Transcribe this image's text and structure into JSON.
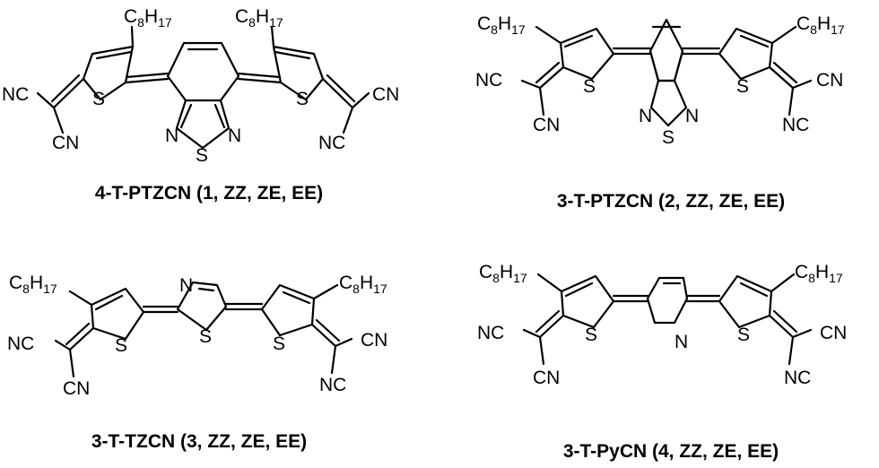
{
  "atoms": {
    "carbon": "C",
    "hydrogen": "H",
    "octyl_c_count": "8",
    "octyl_h_count": "17",
    "nitrile_right": "CN",
    "nitrile_left": "NC",
    "sulfur": "S",
    "nitrogen": "N"
  },
  "captions": {
    "compound1": "4-T-PTZCN (1, ZZ, ZE, EE)",
    "compound2": "3-T-PTZCN (2, ZZ, ZE, EE)",
    "compound3": "3-T-TZCN (3, ZZ, ZE, EE)",
    "compound4": "3-T-PyCN (4, ZZ, ZE, EE)"
  }
}
